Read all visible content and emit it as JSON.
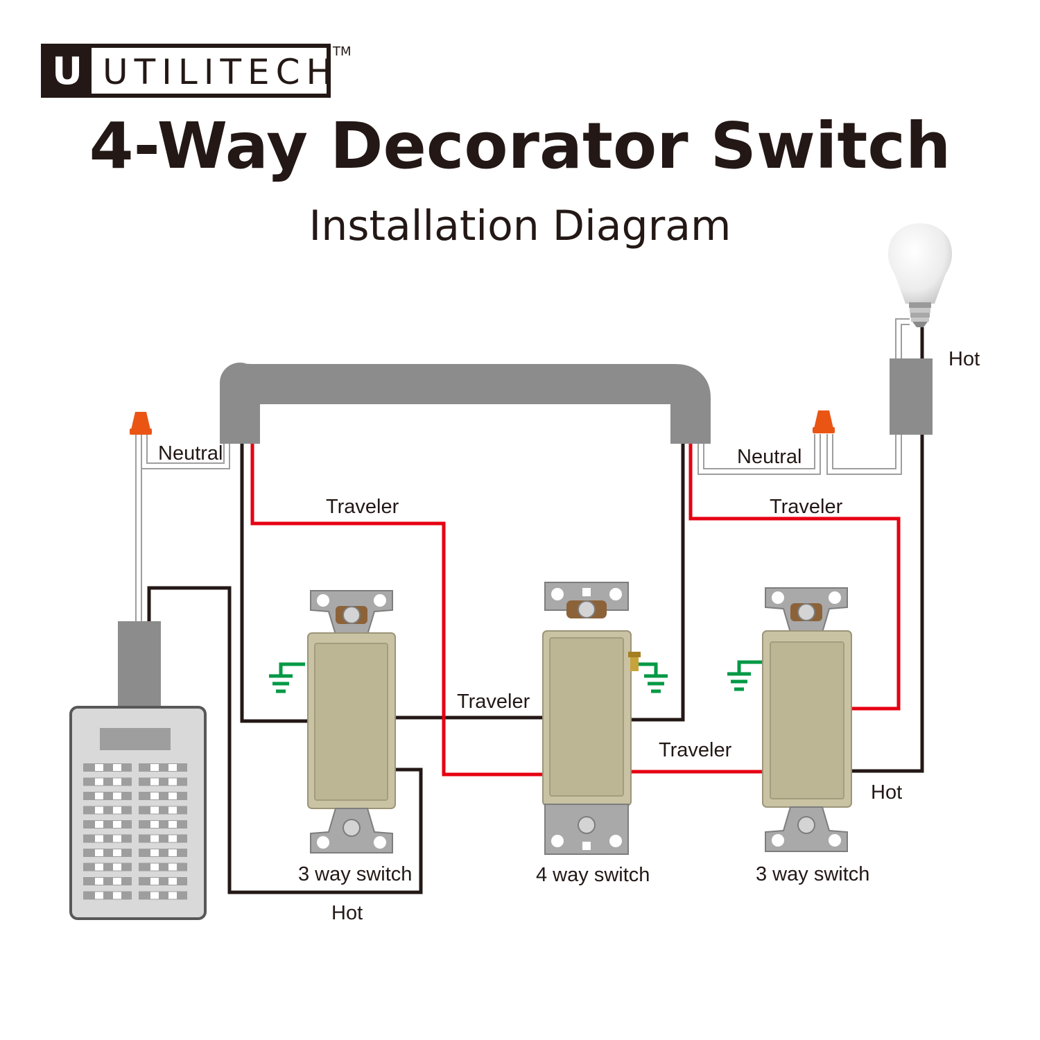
{
  "brand": {
    "logo_mark": "U",
    "name": "UTILITECH",
    "trademark": "TM"
  },
  "title": "4-Way Decorator Switch",
  "subtitle": "Installation Diagram",
  "labels": {
    "neutral_left": "Neutral",
    "neutral_right": "Neutral",
    "traveler_top_left": "Traveler",
    "traveler_top_right": "Traveler",
    "traveler_middle": "Traveler",
    "traveler_lower": "Traveler",
    "hot_top": "Hot",
    "hot_right": "Hot",
    "hot_bottom": "Hot"
  },
  "switches": [
    {
      "label": "3 way switch"
    },
    {
      "label": "4 way switch"
    },
    {
      "label": "3 way switch"
    }
  ],
  "colors": {
    "hot_wire": "#231815",
    "traveler_wire": "#e60012",
    "ground_symbol": "#009944",
    "conduit": "#8c8c8c",
    "wire_nut": "#ea5514",
    "switch_body": "#c9c3a4"
  },
  "icons": [
    "light-bulb-icon",
    "wire-nut-icon",
    "ground-icon",
    "breaker-panel-icon"
  ]
}
